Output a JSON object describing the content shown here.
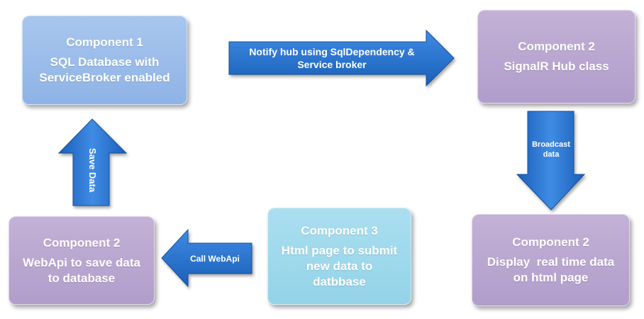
{
  "colors": {
    "arrow": "#1f6fd1",
    "component1": "#9bbcea",
    "component2": "#b9a6d1",
    "component3": "#a0d9ec"
  },
  "nodes": {
    "component1": {
      "title": "Component 1",
      "lines": [
        "SQL Database with",
        "ServiceBroker enabled"
      ]
    },
    "signalr": {
      "title": "Component 2",
      "lines": [
        "SignalR Hub class"
      ]
    },
    "display": {
      "title": "Component 2",
      "lines": [
        "Display  real time data",
        "on html page"
      ]
    },
    "htmlpage": {
      "title": "Component 3",
      "lines": [
        "Html page to submit",
        "new data to",
        "datbbase"
      ]
    },
    "webapi": {
      "title": "Component 2",
      "lines": [
        "WebApi to save data",
        "to database"
      ]
    }
  },
  "edges": {
    "notify": {
      "lines": [
        "Notify hub using SqlDependency &",
        "Service broker"
      ]
    },
    "broadcast": {
      "lines": [
        "Broadcast",
        "data"
      ]
    },
    "call": {
      "lines": [
        "Call WebApi"
      ]
    },
    "save": {
      "lines": [
        "Save Data"
      ]
    }
  }
}
